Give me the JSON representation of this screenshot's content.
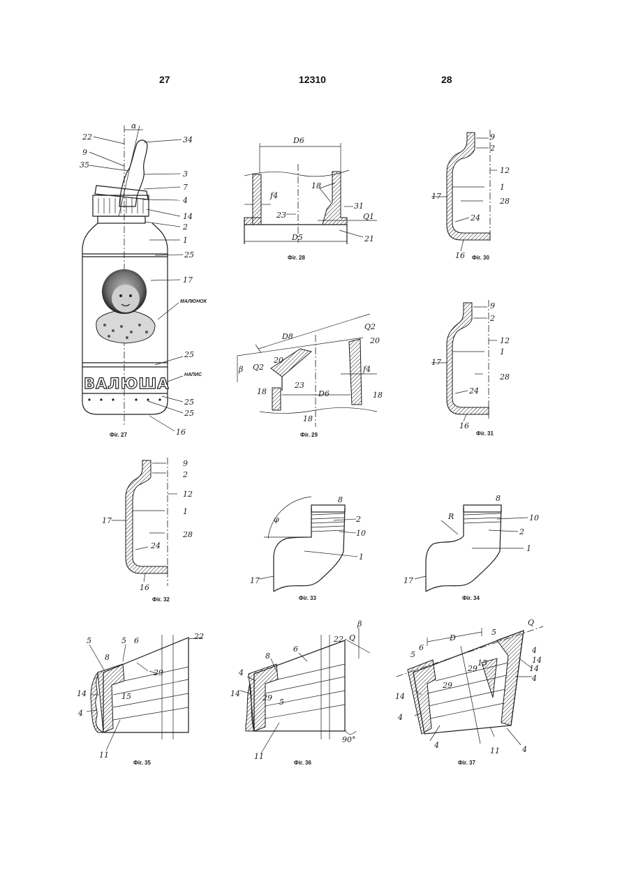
{
  "header": {
    "left_page": "27",
    "center_number": "12310",
    "right_page": "28"
  },
  "figures": {
    "fig27": {
      "caption": "Фіг. 27",
      "labels": [
        "α",
        "22",
        "34",
        "9",
        "35",
        "3",
        "7",
        "4",
        "14",
        "2",
        "1",
        "25",
        "17",
        "МАЛЮНОК",
        "25",
        "НАПИС",
        "25",
        "25",
        "16"
      ],
      "brand_text": "ВАЛЮША"
    },
    "fig28": {
      "caption": "Фіг. 28",
      "labels": [
        "D6",
        "18",
        "f4",
        "31",
        "23",
        "Q1",
        "D5",
        "21"
      ]
    },
    "fig29": {
      "caption": "Фіг. 29",
      "labels": [
        "D8",
        "Q2",
        "20",
        "β",
        "Q2",
        "20",
        "f4",
        "18",
        "23",
        "D6",
        "18",
        "18"
      ]
    },
    "fig30": {
      "caption": "Фіг. 30",
      "labels": [
        "9",
        "2",
        "12",
        "1",
        "17",
        "28",
        "24",
        "16"
      ]
    },
    "fig31": {
      "caption": "Фіг. 31",
      "labels": [
        "9",
        "2",
        "12",
        "1",
        "17",
        "28",
        "24",
        "16"
      ]
    },
    "fig32": {
      "caption": "Фіг. 32",
      "labels": [
        "9",
        "2",
        "12",
        "1",
        "17",
        "28",
        "24",
        "16"
      ]
    },
    "fig33": {
      "caption": "Фіг. 33",
      "labels": [
        "φ",
        "8",
        "2",
        "10",
        "1",
        "17"
      ]
    },
    "fig34": {
      "caption": "Фіг. 34",
      "labels": [
        "R",
        "8",
        "10",
        "2",
        "1",
        "17"
      ]
    },
    "fig35": {
      "caption": "Фіг. 35",
      "labels": [
        "5",
        "5",
        "6",
        "22",
        "8",
        "29",
        "15",
        "14",
        "4",
        "11"
      ]
    },
    "fig36": {
      "caption": "Фіг. 36",
      "labels": [
        "β",
        "22",
        "Q",
        "6",
        "8",
        "4",
        "29",
        "5",
        "14",
        "11",
        "90°"
      ]
    },
    "fig37": {
      "caption": "Фіг. 37",
      "labels": [
        "Q",
        "D",
        "5",
        "6",
        "5",
        "29",
        "15",
        "4",
        "14",
        "14",
        "4",
        "29",
        "14",
        "4",
        "4",
        "11",
        "4"
      ]
    }
  }
}
